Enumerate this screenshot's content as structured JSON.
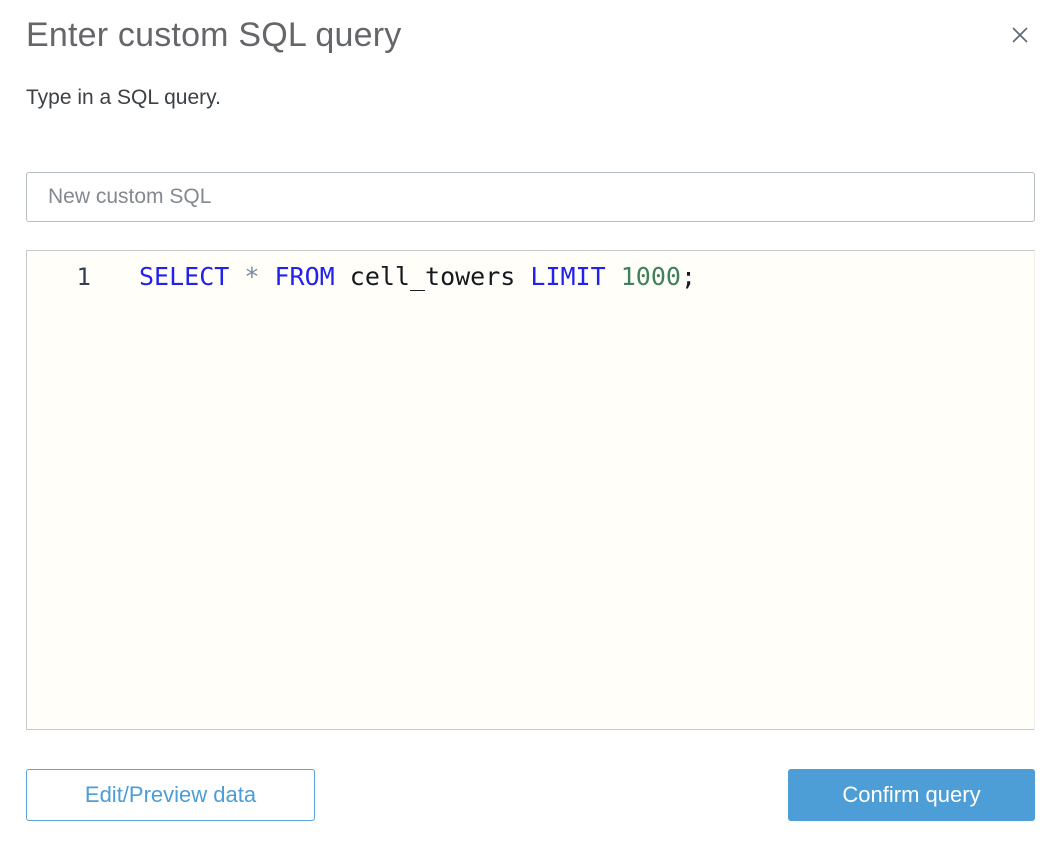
{
  "dialog": {
    "title": "Enter custom SQL query",
    "subtitle": "Type in a SQL query."
  },
  "name_input": {
    "value": "New custom SQL"
  },
  "editor": {
    "lines": [
      {
        "number": "1",
        "tokens": [
          {
            "type": "keyword",
            "text": "SELECT"
          },
          {
            "type": "plain",
            "text": " "
          },
          {
            "type": "operator",
            "text": "*"
          },
          {
            "type": "plain",
            "text": " "
          },
          {
            "type": "keyword",
            "text": "FROM"
          },
          {
            "type": "plain",
            "text": " cell_towers "
          },
          {
            "type": "keyword",
            "text": "LIMIT"
          },
          {
            "type": "plain",
            "text": " "
          },
          {
            "type": "number",
            "text": "1000"
          },
          {
            "type": "plain",
            "text": ";"
          }
        ]
      }
    ]
  },
  "buttons": {
    "edit_preview": "Edit/Preview data",
    "confirm": "Confirm query"
  },
  "colors": {
    "accent_blue": "#4d9dd6",
    "keyword": "#2222ee",
    "operator": "#7789a1",
    "number": "#41805c",
    "editor_bg": "#fffef8"
  }
}
